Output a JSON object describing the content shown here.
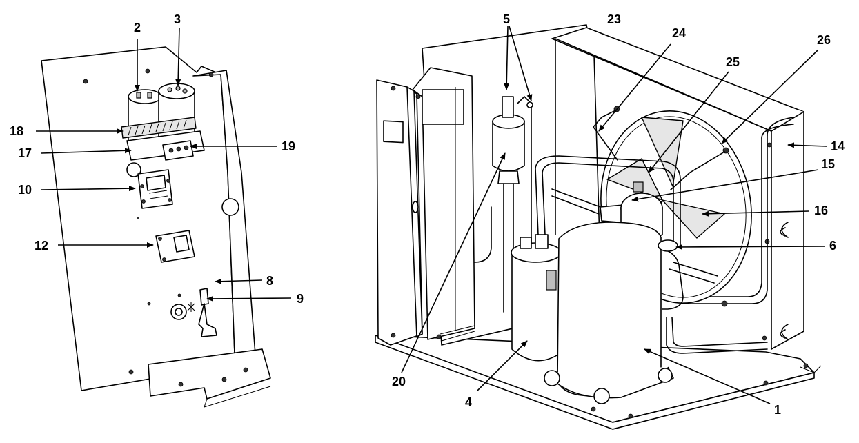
{
  "diagram": {
    "callouts": [
      {
        "id": "c2",
        "text": "2"
      },
      {
        "id": "c3",
        "text": "3"
      },
      {
        "id": "c18",
        "text": "18"
      },
      {
        "id": "c17",
        "text": "17"
      },
      {
        "id": "c19",
        "text": "19"
      },
      {
        "id": "c10",
        "text": "10"
      },
      {
        "id": "c12",
        "text": "12"
      },
      {
        "id": "c8",
        "text": "8"
      },
      {
        "id": "c9",
        "text": "9"
      },
      {
        "id": "c5",
        "text": "5"
      },
      {
        "id": "c23",
        "text": "23"
      },
      {
        "id": "c24",
        "text": "24"
      },
      {
        "id": "c25",
        "text": "25"
      },
      {
        "id": "c26",
        "text": "26"
      },
      {
        "id": "c14",
        "text": "14"
      },
      {
        "id": "c15",
        "text": "15"
      },
      {
        "id": "c16",
        "text": "16"
      },
      {
        "id": "c6",
        "text": "6"
      },
      {
        "id": "c20",
        "text": "20"
      },
      {
        "id": "c4",
        "text": "4"
      },
      {
        "id": "c1",
        "text": "1"
      }
    ]
  }
}
